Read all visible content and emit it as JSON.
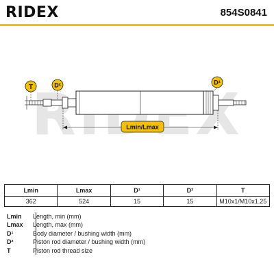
{
  "brand": {
    "logo_text": "RIDEX",
    "part_number": "854S0841",
    "accent_color": "#f3c000"
  },
  "diagram": {
    "watermark": "RIDEX",
    "callouts": {
      "thread": "T",
      "rod_diameter": "D²",
      "body_diameter": "D¹"
    },
    "length_label": "Lmin/Lmax"
  },
  "specs_table": {
    "headers": [
      "Lmin",
      "Lmax",
      "D¹",
      "D²",
      "T"
    ],
    "values": [
      "362",
      "524",
      "15",
      "15",
      "M10x1/M10x1.25"
    ]
  },
  "legend": [
    {
      "abbr": "Lmin",
      "text": "Length, min (mm)"
    },
    {
      "abbr": "Lmax",
      "text": "Length, max (mm)"
    },
    {
      "abbr": "D¹",
      "text": "Body diameter / bushing width (mm)"
    },
    {
      "abbr": "D²",
      "text": "Piston rod diameter / bushing width (mm)"
    },
    {
      "abbr": "T",
      "text": "Piston rod thread size"
    }
  ]
}
